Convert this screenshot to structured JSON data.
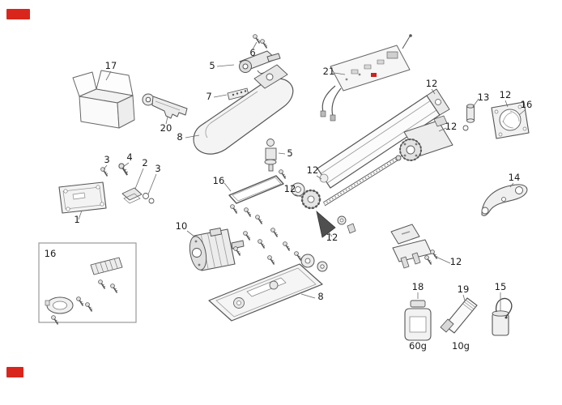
{
  "diagram": {
    "background": "#ffffff",
    "line_color": "#555555",
    "accent_color": "#d9261c",
    "callouts": [
      {
        "text": "17"
      },
      {
        "text": "5"
      },
      {
        "text": "6"
      },
      {
        "text": "21"
      },
      {
        "text": "12"
      },
      {
        "text": "13"
      },
      {
        "text": "12"
      },
      {
        "text": "16"
      },
      {
        "text": "7"
      },
      {
        "text": "20"
      },
      {
        "text": "8"
      },
      {
        "text": "12"
      },
      {
        "text": "5"
      },
      {
        "text": "14"
      },
      {
        "text": "3"
      },
      {
        "text": "4"
      },
      {
        "text": "2"
      },
      {
        "text": "3"
      },
      {
        "text": "16"
      },
      {
        "text": "12"
      },
      {
        "text": "12"
      },
      {
        "text": "1"
      },
      {
        "text": "10"
      },
      {
        "text": "12"
      },
      {
        "text": "16"
      },
      {
        "text": "12"
      },
      {
        "text": "8"
      },
      {
        "text": "18"
      },
      {
        "text": "19"
      },
      {
        "text": "15"
      },
      {
        "text": "60g"
      },
      {
        "text": "10g"
      }
    ]
  }
}
